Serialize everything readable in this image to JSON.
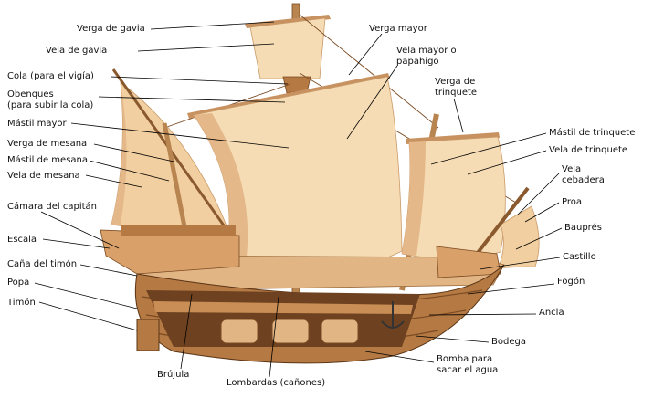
{
  "colors": {
    "background": "#ffffff",
    "sail_light": "#f6dcb4",
    "sail_shade": "#e4b889",
    "hull_light": "#d9a06a",
    "hull_mid": "#b57943",
    "hull_dark": "#7a4a22",
    "deck": "#e1b584",
    "mast": "#b88551",
    "leader_line": "#000000"
  },
  "labels": {
    "verga_gavia": "Verga de gavia",
    "vela_gavia": "Vela de gavia",
    "cola": "Cola (para el vigía)",
    "obenques": "Obenques\n(para subir la cola)",
    "mastil_mayor": "Mástil mayor",
    "verga_mesana": "Verga de mesana",
    "mastil_mesana": "Mástil de mesana",
    "vela_mesana": "Vela de mesana",
    "camara_capitan": "Cámara del capitán",
    "escala": "Escala",
    "cana_timon": "Caña del timón",
    "popa": "Popa",
    "timon": "Timón",
    "brujula": "Brújula",
    "lombardas": "Lombardas (cañones)",
    "bomba": "Bomba para\nsacar el agua",
    "bodega": "Bodega",
    "ancla": "Ancla",
    "fogon": "Fogón",
    "castillo": "Castillo",
    "baupres": "Bauprés",
    "proa": "Proa",
    "vela_cebadera": "Vela\ncebadera",
    "vela_trinquete": "Vela de trinquete",
    "mastil_trinquete": "Mástil de trinquete",
    "verga_trinquete": "Verga de\ntrinquete",
    "vela_mayor": "Vela mayor o\npapahigo",
    "verga_mayor": "Verga mayor"
  }
}
